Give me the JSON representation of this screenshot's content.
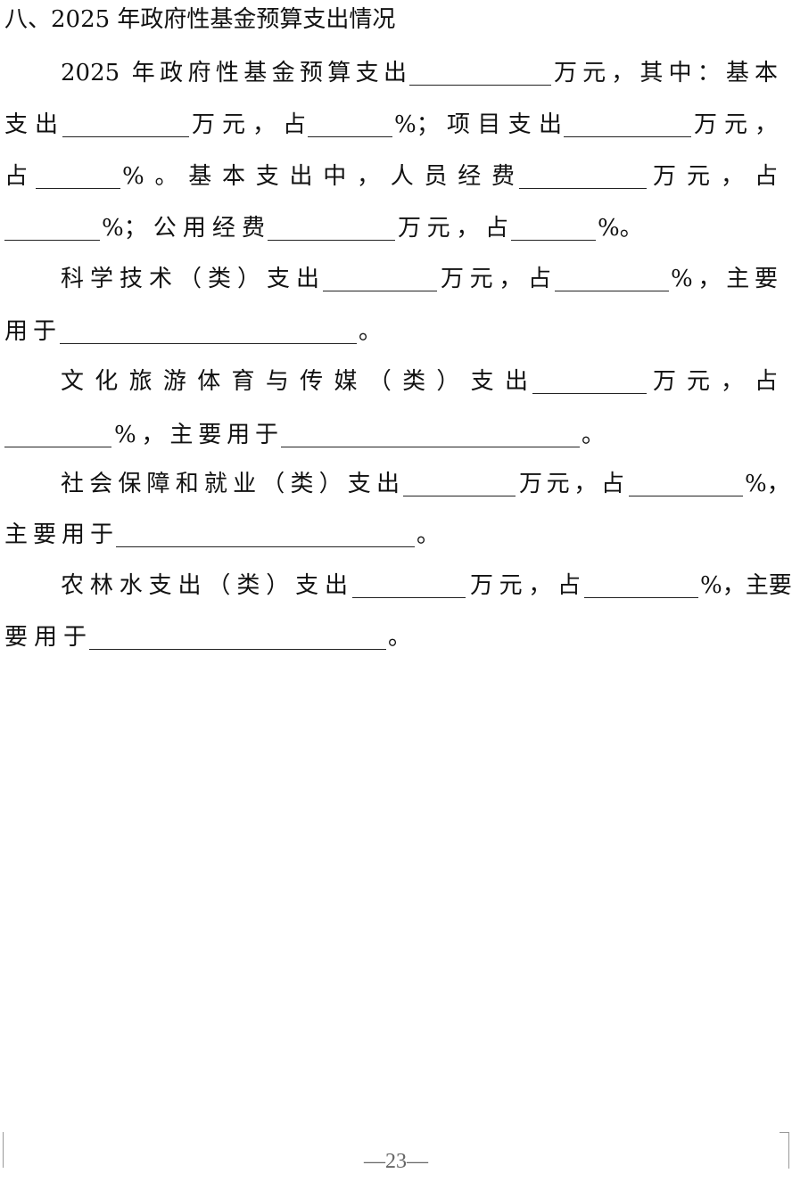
{
  "heading": "八、2025 年政府性基金预算支出情况",
  "lines": [
    [
      "2025 年政府性基金预算支出",
      "万元，其中：基本"
    ],
    [
      "支出",
      "万元，占",
      "%；项目支出",
      "万元，"
    ],
    [
      "占",
      "%。基本支出中，人员经费",
      "万元，占"
    ],
    [
      "%；公用经费",
      "万元，占",
      "%。"
    ],
    [
      "科学技术（类）支出",
      "万元，占",
      "%，主要"
    ],
    [
      "用于",
      "。"
    ],
    [
      "文化旅游体育与传媒（类）支出",
      "万元，占"
    ],
    [
      "%，主要用于",
      "。"
    ],
    [
      "社会保障和就业（类）支出",
      "万元，占",
      "%，"
    ],
    [
      "主要用于",
      "。"
    ],
    [
      "农林水支出（类）支出",
      "万元，占",
      "%，主要"
    ],
    [
      "要用于",
      "。"
    ]
  ],
  "page_number": "—23—"
}
